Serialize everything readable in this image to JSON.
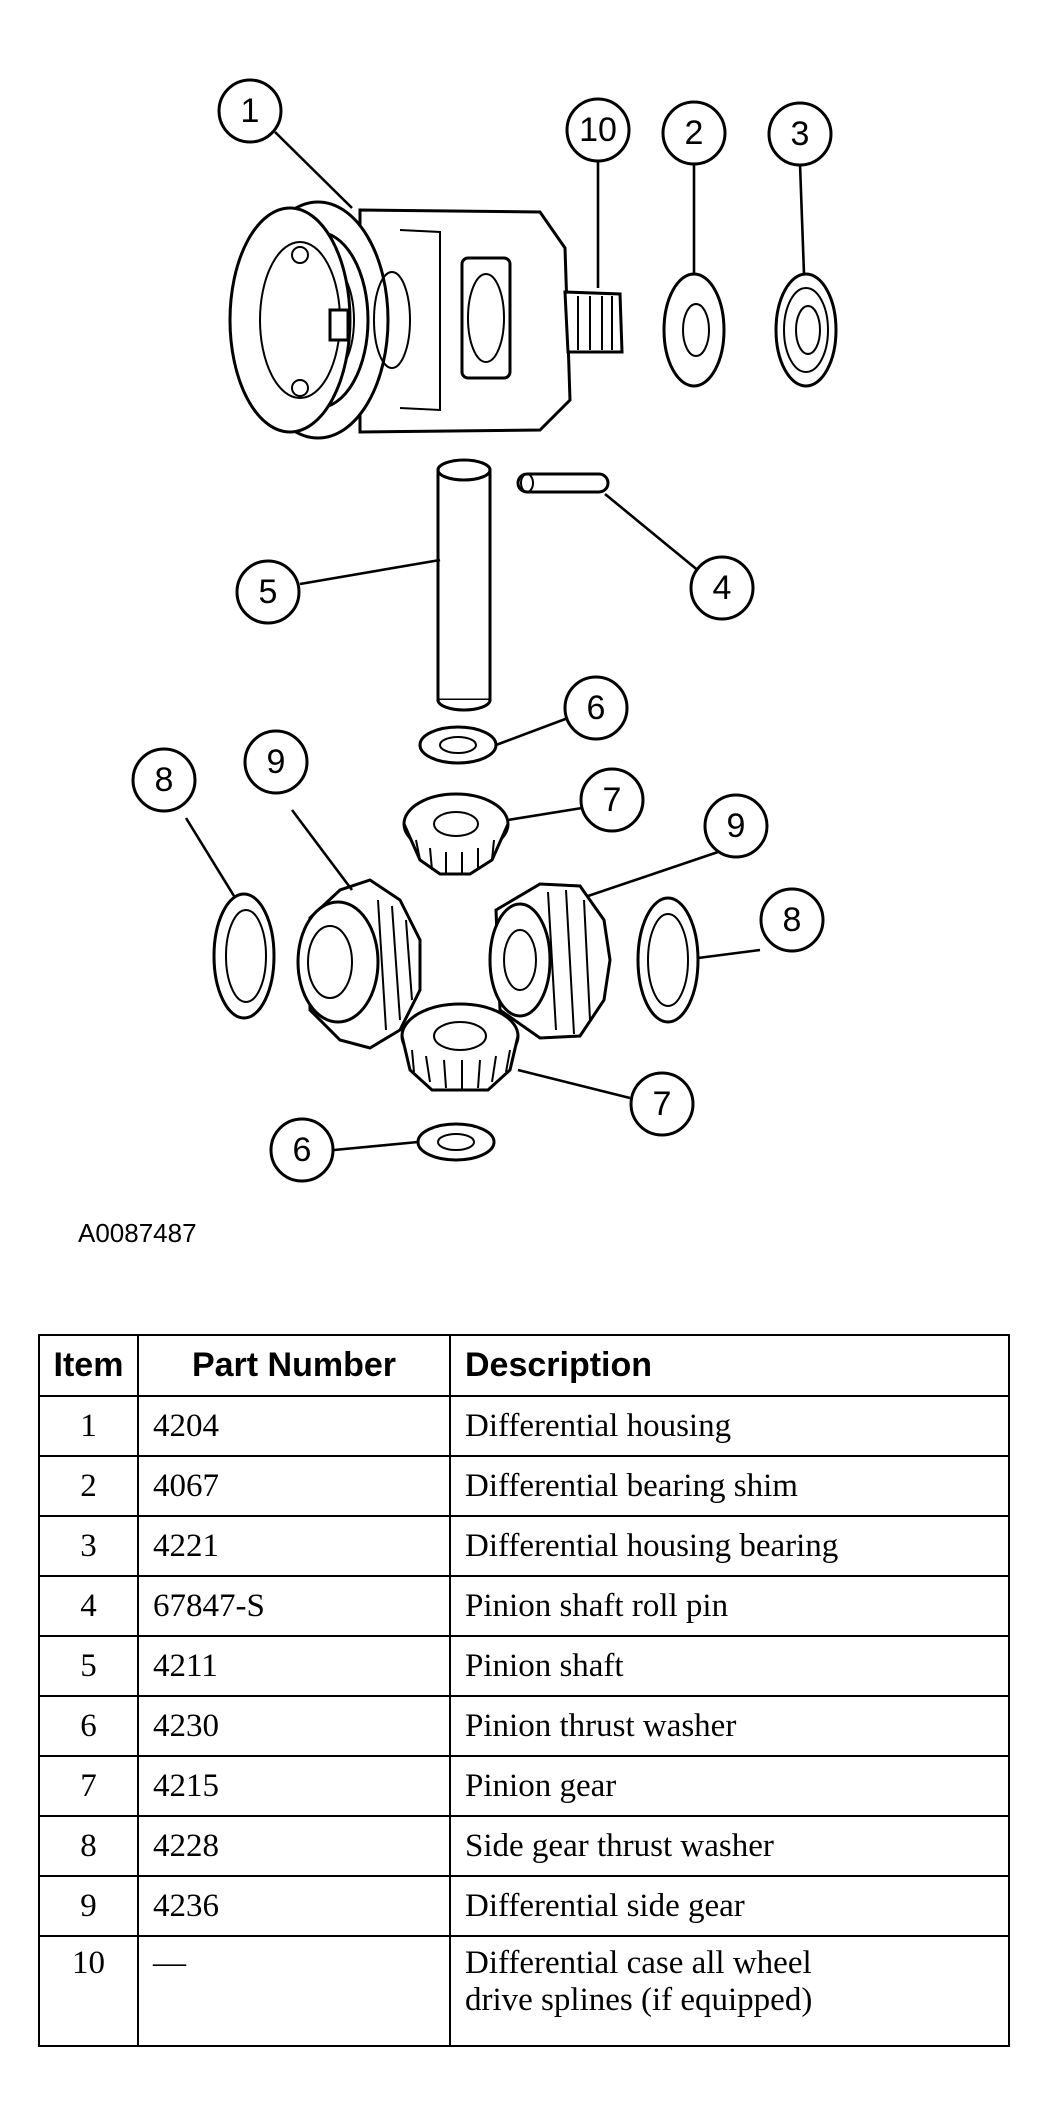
{
  "diagram": {
    "callouts": [
      "1",
      "10",
      "2",
      "3",
      "5",
      "4",
      "6",
      "8",
      "9",
      "7",
      "9",
      "8",
      "7",
      "6"
    ],
    "figure_id": "A0087487"
  },
  "table": {
    "headers": [
      "Item",
      "Part Number",
      "Description"
    ],
    "rows": [
      {
        "item": "1",
        "part": "4204",
        "desc": "Differential housing"
      },
      {
        "item": "2",
        "part": "4067",
        "desc": "Differential bearing shim"
      },
      {
        "item": "3",
        "part": "4221",
        "desc": "Differential housing bearing"
      },
      {
        "item": "4",
        "part": "67847-S",
        "desc": "Pinion shaft roll pin"
      },
      {
        "item": "5",
        "part": "4211",
        "desc": "Pinion shaft"
      },
      {
        "item": "6",
        "part": "4230",
        "desc": "Pinion thrust washer"
      },
      {
        "item": "7",
        "part": "4215",
        "desc": "Pinion gear"
      },
      {
        "item": "8",
        "part": "4228",
        "desc": "Side gear thrust washer"
      },
      {
        "item": "9",
        "part": "4236",
        "desc": "Differential side gear"
      },
      {
        "item": "10",
        "part": "—",
        "desc_line1": "Differential case all wheel",
        "desc_line2": "drive splines (if equipped)"
      }
    ]
  }
}
